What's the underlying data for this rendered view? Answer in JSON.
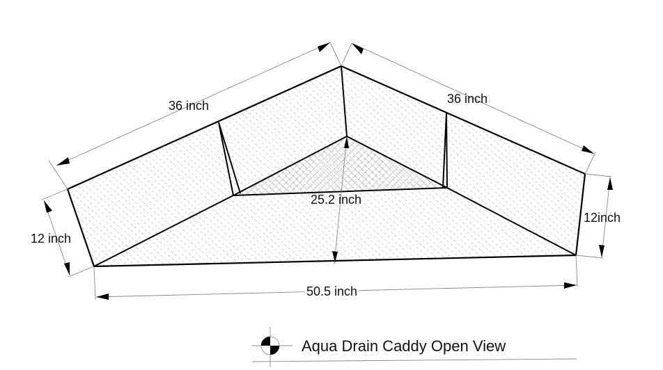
{
  "drawing": {
    "title": "Aqua Drain Caddy Open View",
    "dimensions": {
      "left_top_edge": "36 inch",
      "right_top_edge": "36 inch",
      "left_side": "12 inch",
      "right_side": "12inch",
      "bottom_edge": "50.5 inch",
      "depth": "25.2 inch"
    },
    "colors": {
      "outline": "#000000",
      "dimension_line": "#888888",
      "hatch": "#9a9a9a",
      "background": "#ffffff"
    },
    "symbol": "section-marker-icon"
  }
}
